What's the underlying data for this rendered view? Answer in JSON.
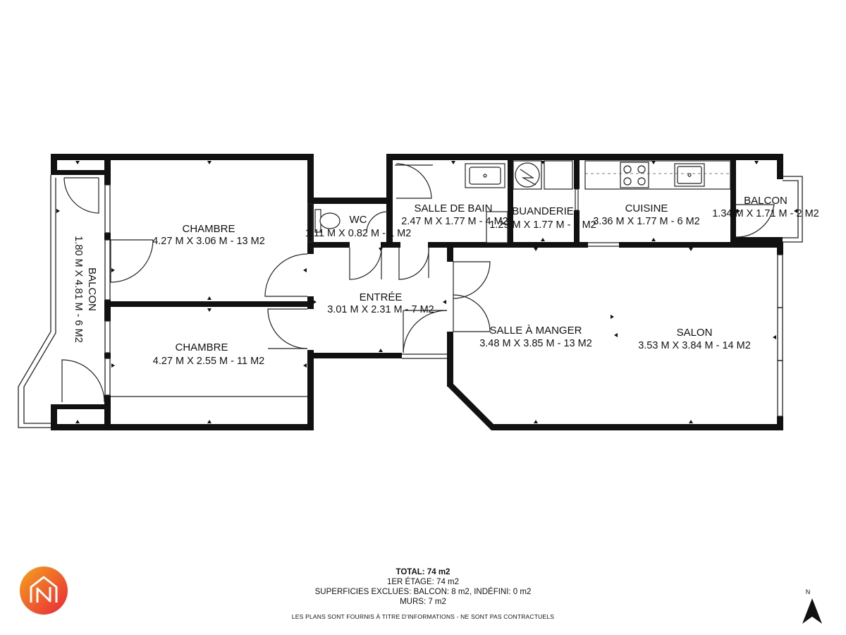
{
  "rooms": [
    {
      "id": "chambre-1",
      "name": "CHAMBRE",
      "dims": "4.27 M X 3.06 M - 13 M2"
    },
    {
      "id": "chambre-2",
      "name": "CHAMBRE",
      "dims": "4.27 M X 2.55 M - 11 M2"
    },
    {
      "id": "balcon-1",
      "name": "BALCON",
      "dims": "1.80 M X 4.81 M - 6 M2"
    },
    {
      "id": "wc",
      "name": "WC",
      "dims": "1.11 M X 0.82 M - 1 M2"
    },
    {
      "id": "salle-de-bain",
      "name": "SALLE DE BAIN",
      "dims": "2.47 M X 1.77 M - 4 M2"
    },
    {
      "id": "buanderie",
      "name": "BUANDERIE",
      "dims": "1.29 M X 1.77 M - 2 M2"
    },
    {
      "id": "cuisine",
      "name": "CUISINE",
      "dims": "3.36 M X 1.77 M - 6 M2"
    },
    {
      "id": "balcon-2",
      "name": "BALCON",
      "dims": "1.34 M X 1.71 M - 2 M2"
    },
    {
      "id": "entree",
      "name": "ENTRÉE",
      "dims": "3.01 M X 2.31 M - 7 M2"
    },
    {
      "id": "salle-a-manger",
      "name": "SALLE À MANGER",
      "dims": "3.48 M X 3.85 M - 13 M2"
    },
    {
      "id": "salon",
      "name": "SALON",
      "dims": "3.53 M X 3.84 M - 14 M2"
    }
  ],
  "summary": {
    "total": "TOTAL: 74 m2",
    "floor": "1ER ÉTAGE: 74 m2",
    "excluded": "SUPERFICIES EXCLUES: BALCON: 8 m2, INDÉFINI: 0 m2",
    "walls": "MURS: 7 m2"
  },
  "disclaimer": "LES PLANS SONT FOURNIS À TITRE D'INFORMATIONS - NE SONT PAS CONTRACTUELS",
  "north_label": "N",
  "colors": {
    "wall": "#111111",
    "logo_gradient_start": "#f7a21b",
    "logo_gradient_end": "#e8263a"
  }
}
